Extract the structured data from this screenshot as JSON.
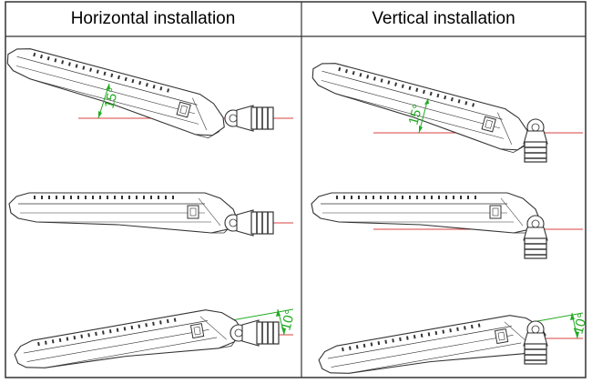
{
  "header": {
    "left": "Horizontal installation",
    "right": "Vertical installation"
  },
  "angles": {
    "top_left": "15°",
    "top_right": "15°",
    "bottom_left": "10°",
    "bottom_right": "10°"
  },
  "colors": {
    "border": "#333333",
    "luminaire": "#333333",
    "reference_line": "#d94040",
    "angle": "#22aa22"
  }
}
